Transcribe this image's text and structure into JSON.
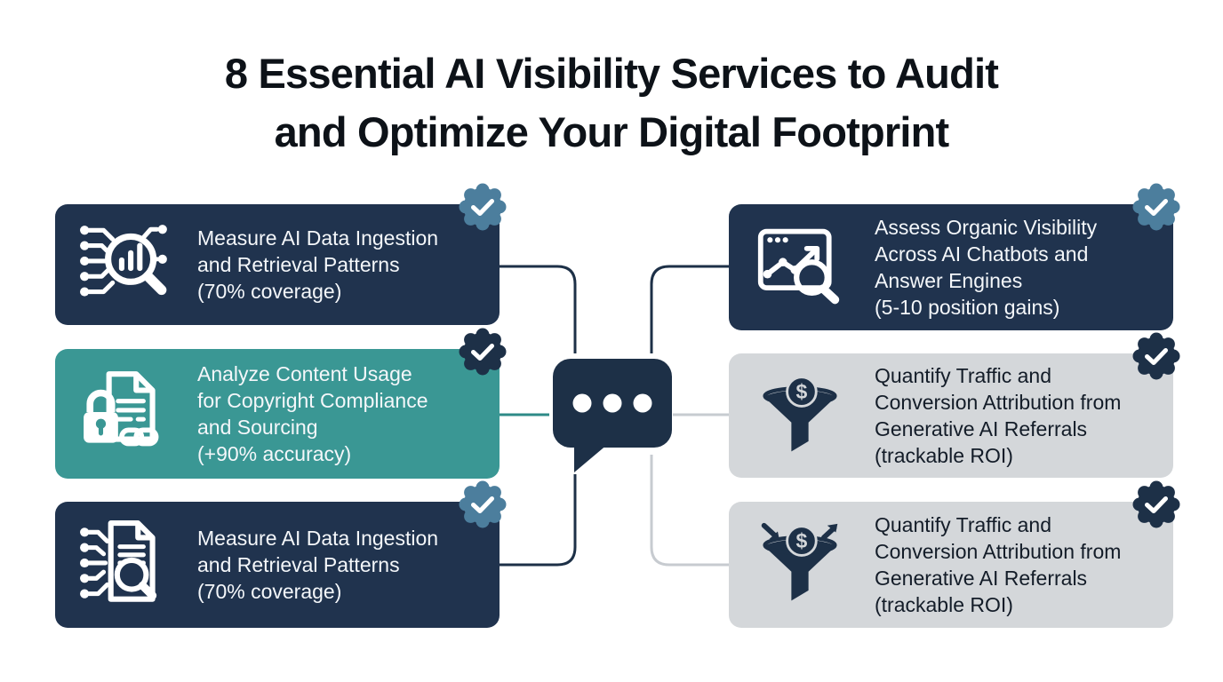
{
  "title": {
    "line1": "8 Essential AI Visibility Services to Audit",
    "line2": "and Optimize Your Digital Footprint"
  },
  "colors": {
    "navy": "#20334e",
    "teal": "#3a9794",
    "gray": "#d4d7da",
    "badge_slate": "#4c7e9d",
    "badge_navy": "#1d3047",
    "connector_navy": "#1d3047",
    "connector_teal": "#2e8a87",
    "connector_gray": "#c7cbd0",
    "title_text": "#0d1218",
    "light_text": "#f4f7fa",
    "dark_text": "#131c28"
  },
  "center": {
    "icon": "chat-bubble-ellipsis-icon"
  },
  "cards": {
    "left": [
      {
        "icon": "ai-network-search-icon",
        "style": "navy",
        "badge": "slate",
        "lines": [
          "Measure AI Data Ingestion",
          "and Retrieval Patterns",
          "(70% coverage)"
        ]
      },
      {
        "icon": "document-lock-link-icon",
        "style": "teal",
        "badge": "navy",
        "lines": [
          "Analyze Content Usage",
          "for Copyright Compliance",
          "and Sourcing",
          "(+90% accuracy)"
        ]
      },
      {
        "icon": "document-search-circuit-icon",
        "style": "navy",
        "badge": "slate",
        "lines": [
          "Measure AI Data Ingestion",
          "and Retrieval Patterns",
          "(70% coverage)"
        ]
      }
    ],
    "right": [
      {
        "icon": "browser-analytics-search-icon",
        "style": "navy",
        "badge": "slate",
        "lines": [
          "Assess Organic Visibility",
          "Across AI Chatbots and",
          "Answer Engines",
          "(5-10 position gains)"
        ]
      },
      {
        "icon": "funnel-dollar-icon",
        "style": "gray",
        "badge": "navy",
        "lines": [
          "Quantify Traffic and",
          "Conversion Attribution from",
          "Generative AI Referrals",
          "(trackable ROI)"
        ]
      },
      {
        "icon": "funnel-dollar-arrows-icon",
        "style": "gray",
        "badge": "navy",
        "lines": [
          "Quantify Traffic and",
          "Conversion Attribution from",
          "Generative AI Referrals",
          "(trackable ROI)"
        ]
      }
    ]
  }
}
